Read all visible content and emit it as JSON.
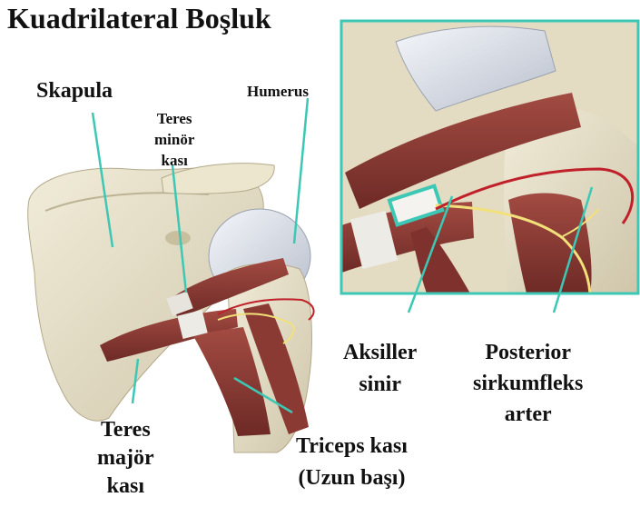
{
  "title": "Kuadrilateral Boşluk",
  "labels": {
    "skapula": "Skapula",
    "humerus": "Humerus",
    "teres_minor": [
      "Teres",
      "minör",
      "kası"
    ],
    "aksiller": [
      "Aksiller",
      "sinir"
    ],
    "posterior": [
      "Posterior",
      "sirkumfleks",
      "arter"
    ],
    "teres_major": [
      "Teres",
      "majör",
      "kası"
    ],
    "triceps": [
      "Triceps kası",
      "(Uzun başı)"
    ]
  },
  "colors": {
    "leader_line": "#3cc8b4",
    "bone": "#e8e2cc",
    "muscle": "#8a3a34",
    "nerve": "#f2e07a",
    "artery": "#c0202a"
  }
}
